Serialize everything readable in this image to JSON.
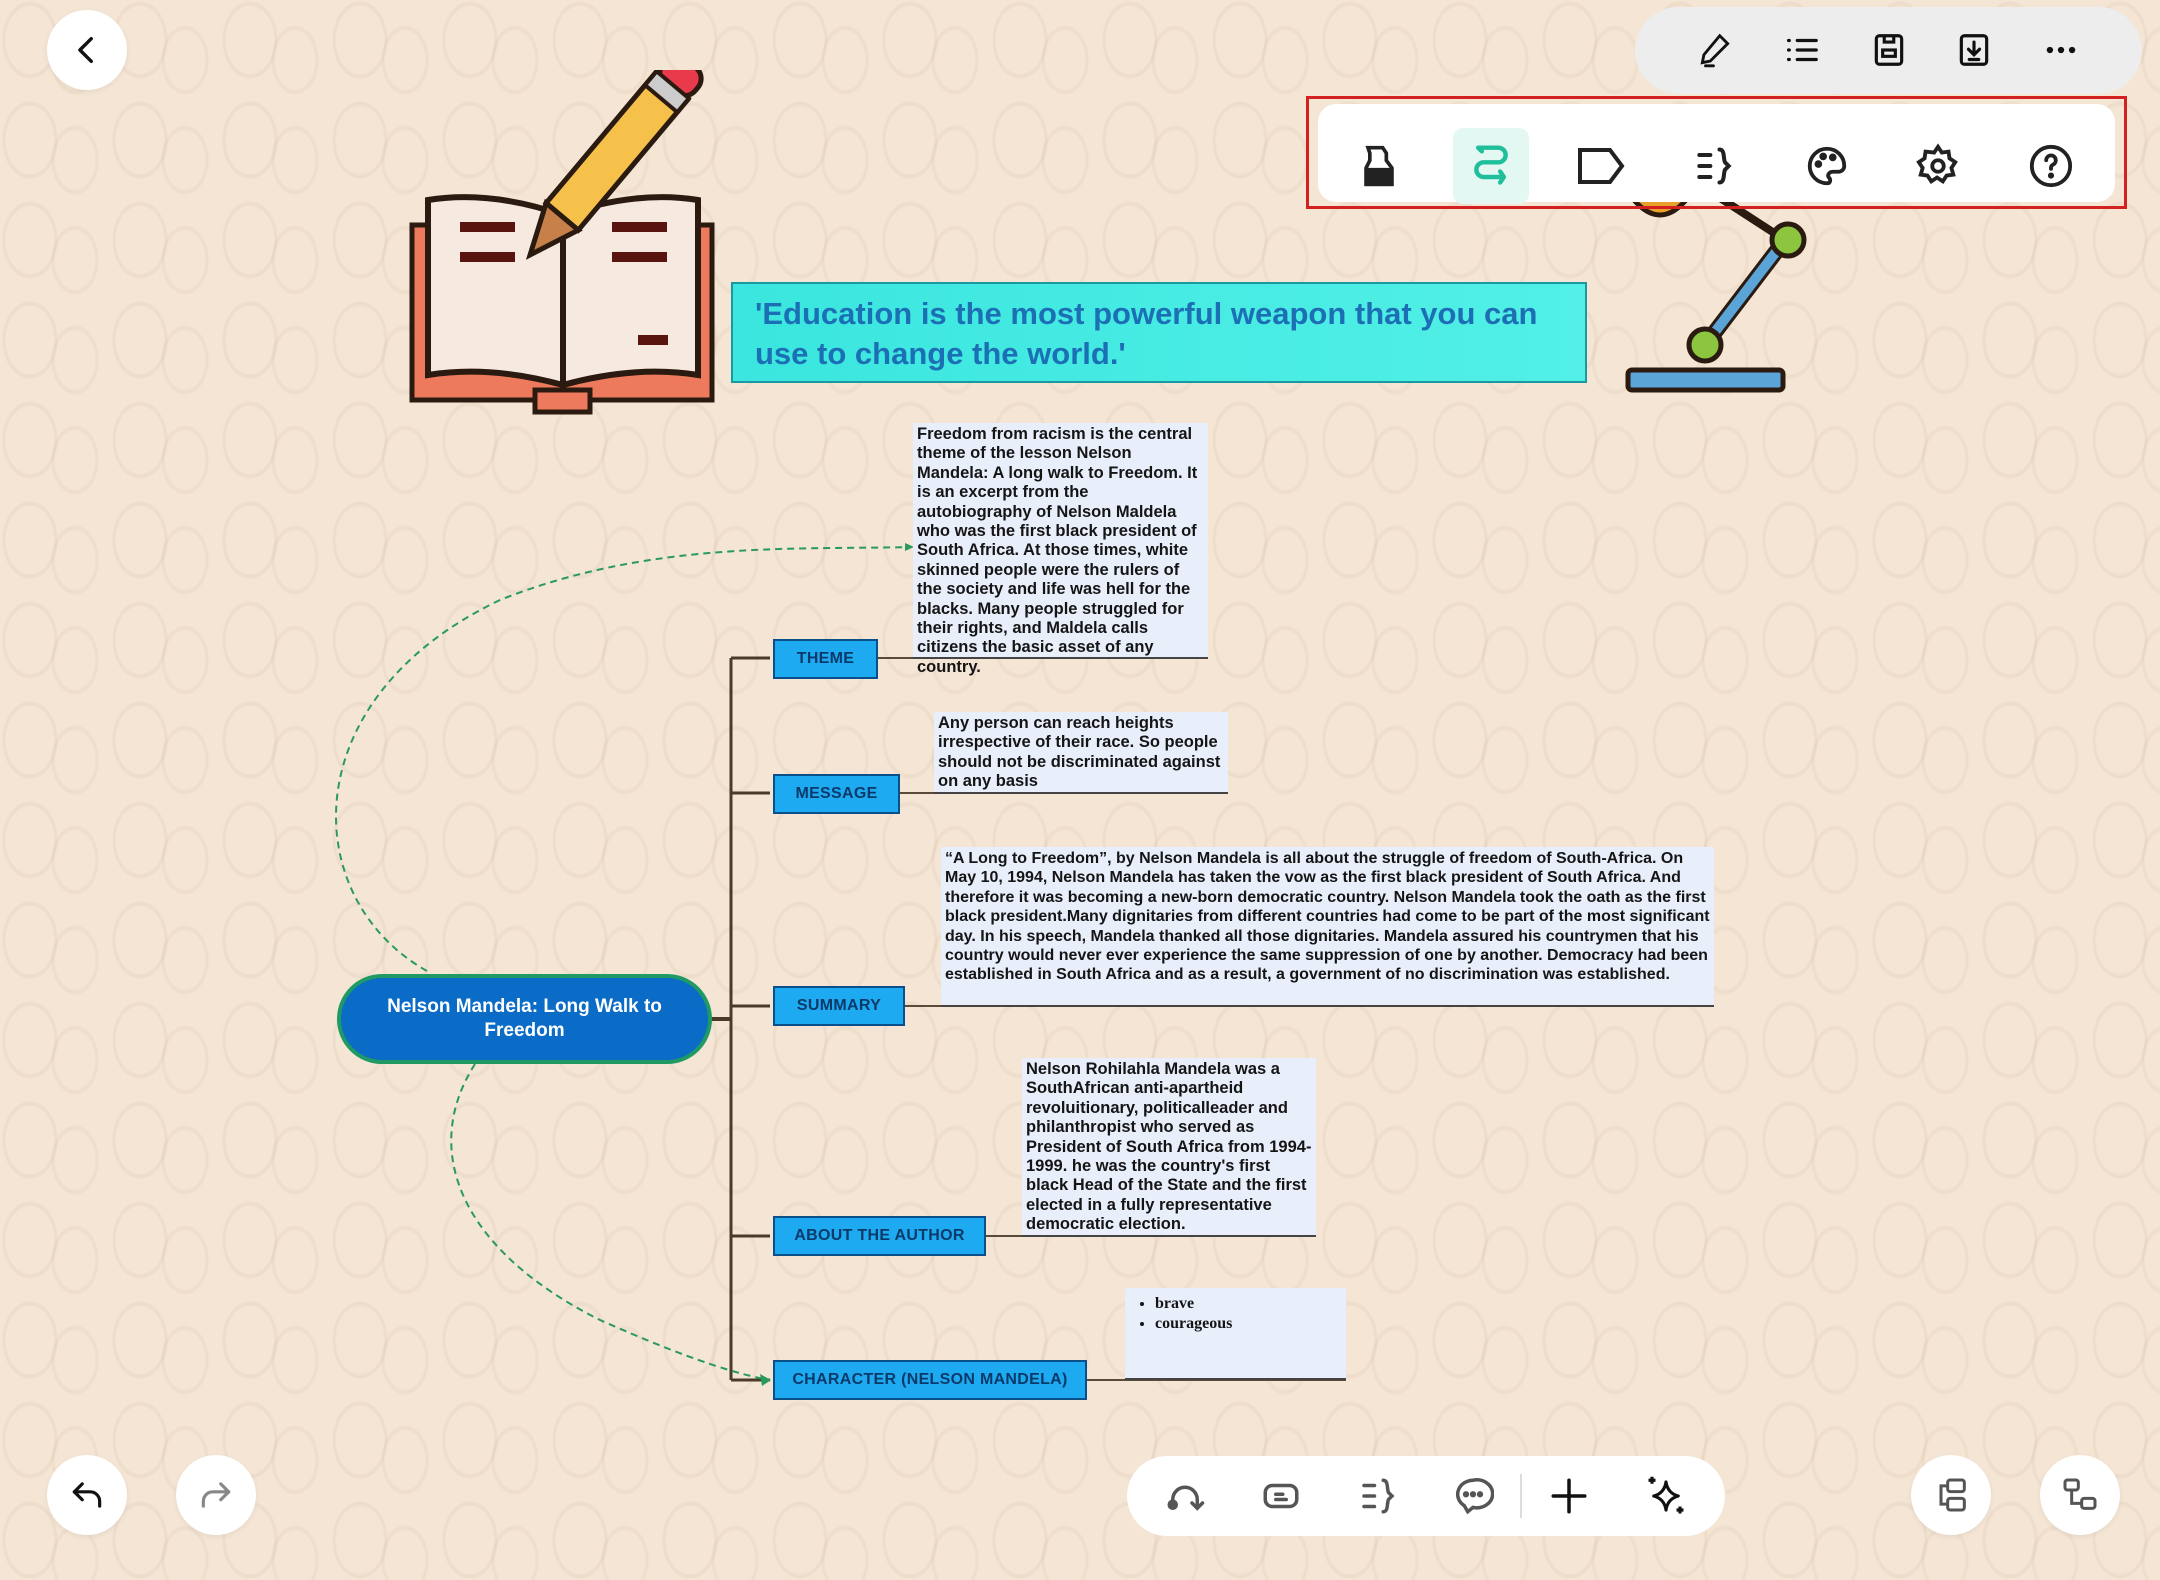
{
  "quote": "'Education is the most powerful weapon that you can use to change the world.'",
  "central_node": "Nelson Mandela: Long Walk to Freedom",
  "branches": [
    {
      "label": "THEME",
      "note": "Freedom from racism is the central theme of the lesson Nelson Mandela: A long walk to Freedom. It is an excerpt from the autobiography of Nelson Maldela who was the first black president of South Africa. At those times, white skinned people were the rulers of the society and life was hell for the blacks. Many people struggled for their rights, and Maldela calls citizens the basic asset of any country."
    },
    {
      "label": "MESSAGE",
      "note": "Any person can reach heights irrespective of their race. So people should not be discriminated against on any basis"
    },
    {
      "label": "SUMMARY",
      "note": "“A Long to Freedom”, by Nelson Mandela is all about the struggle of freedom of South-Africa. On May 10, 1994, Nelson Mandela has taken the vow as the first black president of South Africa. And therefore it was becoming a new-born democratic country. Nelson Mandela took the oath as the first black president.Many dignitaries from different countries had come to be part of the most significant day. In his speech, Mandela thanked all those dignitaries. Mandela assured his countrymen that his country would never ever experience the same suppression of one by another. Democracy had been established in South Africa and as a result, a government of no discrimination was established."
    },
    {
      "label": "ABOUT THE AUTHOR",
      "note": "Nelson Rohilahla Mandela was a SouthAfrican anti-apartheid revoluitionary, politicalleader and philanthropist who served as President of South Africa from 1994-1999. he was the country's first black Head of the State and the first elected in a fully representative democratic election."
    },
    {
      "label": "CHARACTER (NELSON MANDELA)",
      "traits": [
        "brave",
        "courageous"
      ]
    }
  ],
  "top_toolbar": [
    "pen-icon",
    "outline-list-icon",
    "save-icon",
    "export-icon",
    "more-icon"
  ],
  "style_panel": [
    "fill-icon",
    "connector-icon",
    "shape-tag-icon",
    "summary-bracket-icon",
    "palette-icon",
    "settings-icon",
    "help-icon"
  ],
  "style_panel_active": "connector-icon",
  "bottom_toolbar": [
    "relationship-icon",
    "topic-icon",
    "summary-icon",
    "comment-icon",
    "add-icon",
    "ai-sparkle-icon"
  ],
  "colors": {
    "accent": "#1fbf9c",
    "central": "#0a6cc6",
    "branch": "#1eaaf0",
    "highlight": "#d32020"
  }
}
